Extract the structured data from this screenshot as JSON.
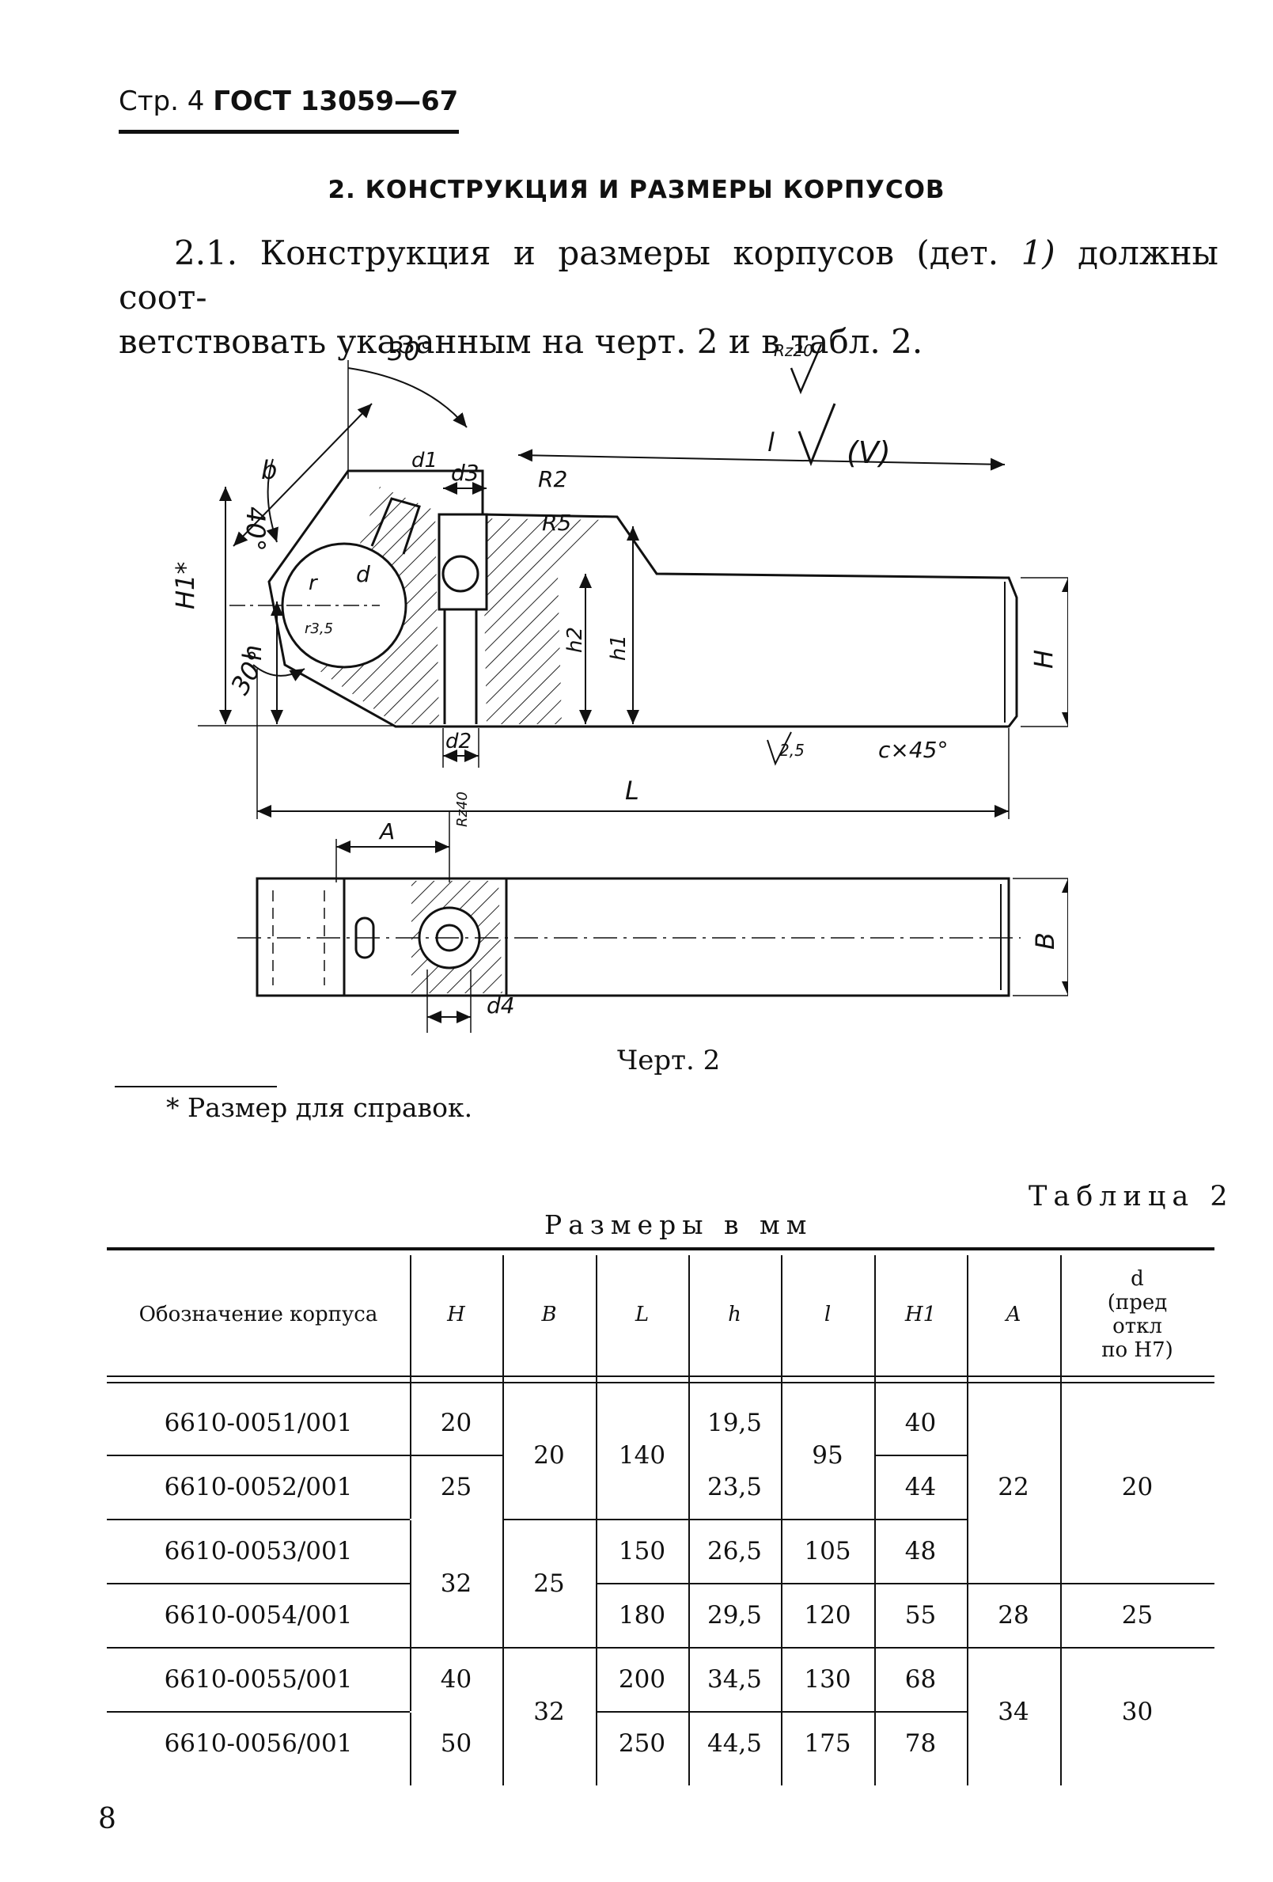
{
  "header": {
    "page": "Стр. 4",
    "standard": "ГОСТ 13059—67"
  },
  "section_title": "2. КОНСТРУКЦИЯ И РАЗМЕРЫ КОРПУСОВ",
  "paragraph": {
    "line1_pre": "2.1. Конструкция и размеры корпусов (дет. ",
    "line1_num": "1)",
    "line1_post": " должны соот-",
    "line2": "ветствовать указанным на черт. 2 и в табл. 2."
  },
  "drawing_labels": {
    "angle_top": "30°",
    "angle_40": "40°",
    "angle_bottom": "30°",
    "rough_top": "Rz20",
    "rough_paren": "(V)",
    "l": "l",
    "b": "b",
    "d1": "d1",
    "d3": "d3",
    "R2": "R2",
    "R5": "R5",
    "H1": "H1*",
    "h": "h",
    "r": "r",
    "d": "d",
    "r_small": "r3,5",
    "h2": "h2",
    "h1": "h1",
    "H": "H",
    "d2": "d2",
    "rough_25": "2,5",
    "chamfer": "c×45°",
    "L": "L",
    "A": "A",
    "rough_40": "Rz40",
    "B": "B",
    "d4": "d4"
  },
  "caption": "Черт. 2",
  "footnote": "* Размер для справок.",
  "table_caption": "Таблица 2",
  "units": "Размеры в мм",
  "table": {
    "headers": {
      "designation": "Обозначение корпуса",
      "H": "H",
      "B": "B",
      "L": "L",
      "h": "h",
      "l": "l",
      "H1": "H1",
      "A": "A",
      "d": "d\n(пред\nоткл\nпо H7)"
    },
    "designations": [
      "6610-0051/001",
      "6610-0052/001",
      "6610-0053/001",
      "6610-0054/001",
      "6610-0055/001",
      "6610-0056/001"
    ],
    "H": [
      "20",
      "25",
      "32",
      "40",
      "50"
    ],
    "B": [
      "20",
      "25",
      "32"
    ],
    "L": [
      "140",
      "150",
      "180",
      "200",
      "250"
    ],
    "h": [
      "19,5",
      "23,5",
      "26,5",
      "29,5",
      "34,5",
      "44,5"
    ],
    "l": [
      "95",
      "105",
      "120",
      "130",
      "175"
    ],
    "H1": [
      "40",
      "44",
      "48",
      "55",
      "68",
      "78"
    ],
    "A": [
      "22",
      "28",
      "34"
    ],
    "d": [
      "20",
      "25",
      "30"
    ]
  },
  "page_number": "8"
}
